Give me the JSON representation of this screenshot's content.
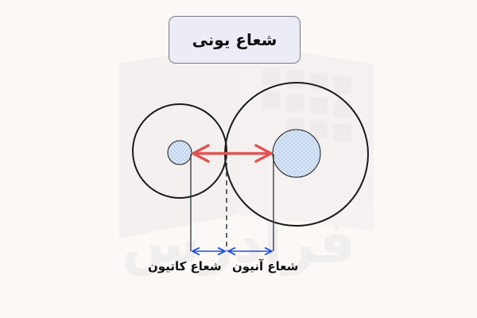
{
  "title": "شعاع یونی",
  "labels": {
    "cation_radius": "شعاع کاتیون",
    "anion_radius": "شعاع آنیون"
  },
  "watermark": {
    "text": "فرادرس"
  },
  "colors": {
    "background": "#fbf8f6",
    "title_box_fill": "#ececf6",
    "circle_stroke": "#1a1a1a",
    "ion_fill": "#d9e8f6",
    "double_arrow": "#e05555",
    "measure_arrow": "#1f4fe0",
    "watermark": "#ece9ea"
  },
  "icons": {
    "red_arrow": "double-headed-arrow",
    "blue_arrows": "double-headed-arrow"
  }
}
